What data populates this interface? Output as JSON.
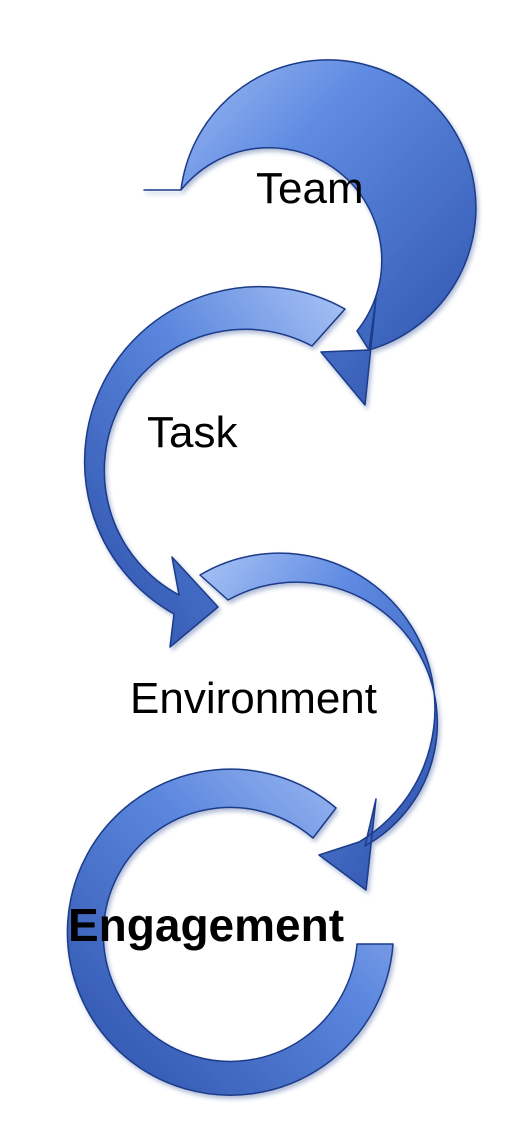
{
  "diagram": {
    "type": "cyclic-arrow-process",
    "colors": {
      "arrow_light": "#8fb0ef",
      "arrow_mid": "#4c78d9",
      "arrow_dark": "#22459c",
      "arrow_stroke": "#1b3b88",
      "text": "#000000",
      "background": "#ffffff"
    },
    "steps": [
      {
        "label": "Team",
        "emphasis": false,
        "icon": "circular-arrow-icon"
      },
      {
        "label": "Task",
        "emphasis": false,
        "icon": "circular-arrow-icon"
      },
      {
        "label": "Environment",
        "emphasis": false,
        "icon": "circular-arrow-icon"
      },
      {
        "label": "Engagement",
        "emphasis": true,
        "icon": "circular-arrow-icon"
      }
    ]
  }
}
